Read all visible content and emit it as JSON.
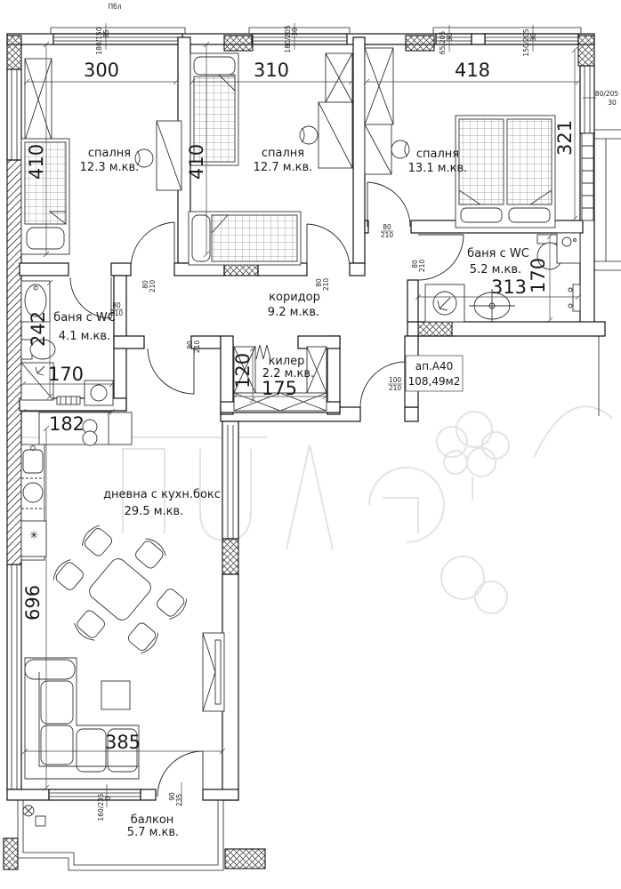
{
  "plan": {
    "apartment_box": {
      "line1": "ап.А40",
      "line2": "108,49м2"
    },
    "rooms": {
      "bedroom1": {
        "name": "спалня",
        "area": "12.3 м.кв.",
        "width": "300",
        "depth": "410"
      },
      "bedroom2": {
        "name": "спалня",
        "area": "12.7 м.кв.",
        "width": "310",
        "depth": "410"
      },
      "bedroom3": {
        "name": "спалня",
        "area": "13.1 м.кв.",
        "width": "418",
        "depth": "321"
      },
      "bath1": {
        "name": "баня с WC",
        "area": "4.1 м.кв.",
        "width": "170",
        "depth": "242",
        "extra": "182"
      },
      "bath2": {
        "name": "баня с WC",
        "area": "5.2 м.кв.",
        "width": "313",
        "depth": "170"
      },
      "corridor": {
        "name": "коридор",
        "area": "9.2 м.кв."
      },
      "pantry": {
        "name": "килер",
        "area": "2.2 м.кв.",
        "width": "175",
        "depth": "120"
      },
      "living": {
        "name": "дневна с кухн.бокс",
        "area": "29.5 м.кв.",
        "width": "385",
        "depth": "696"
      },
      "balcony": {
        "name": "балкон",
        "area": "5.7 м.кв."
      }
    },
    "windows": {
      "w1_label": "Пбл",
      "w1": "180/150",
      "w1_sill": "85",
      "w2": "180/205",
      "w2_sill": "30",
      "w3": "65/205",
      "w3_sill": "30",
      "w4": "150/205",
      "w4_sill": "30",
      "w5": "80/205",
      "w5_sill": "30",
      "w6": "160/235",
      "w6_sill": "0",
      "w7_w": "90",
      "w7_h": "235"
    },
    "doors": {
      "std_w": "80",
      "std_h": "210",
      "living_w": "90",
      "living_h": "210",
      "entry_w": "100",
      "entry_h": "210"
    },
    "fridge_mark": "✳"
  }
}
